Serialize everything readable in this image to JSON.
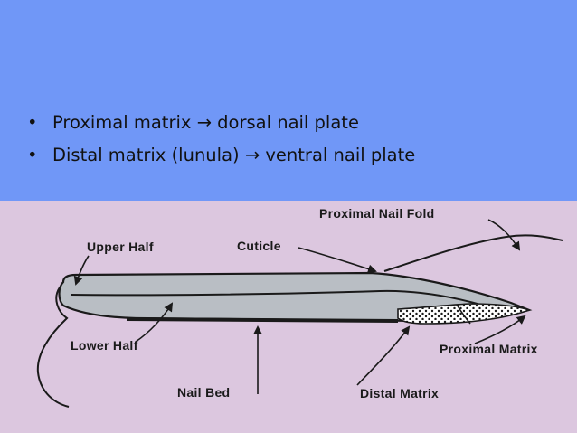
{
  "slide": {
    "bullets": [
      "Proximal matrix → dorsal nail plate",
      "Distal matrix (lunula) → ventral nail plate"
    ],
    "bullet_char": "•"
  },
  "diagram": {
    "labels": {
      "proximal_nail_fold": "Proximal Nail Fold",
      "upper_half": "Upper Half",
      "cuticle": "Cuticle",
      "lower_half": "Lower Half",
      "proximal_matrix": "Proximal Matrix",
      "nail_bed": "Nail Bed",
      "distal_matrix": "Distal Matrix"
    },
    "colors": {
      "slide_background": "#7097f7",
      "figure_background": "#dcc7df",
      "nail_plate": "#b9bec4",
      "line": "#1a1a1a"
    }
  }
}
